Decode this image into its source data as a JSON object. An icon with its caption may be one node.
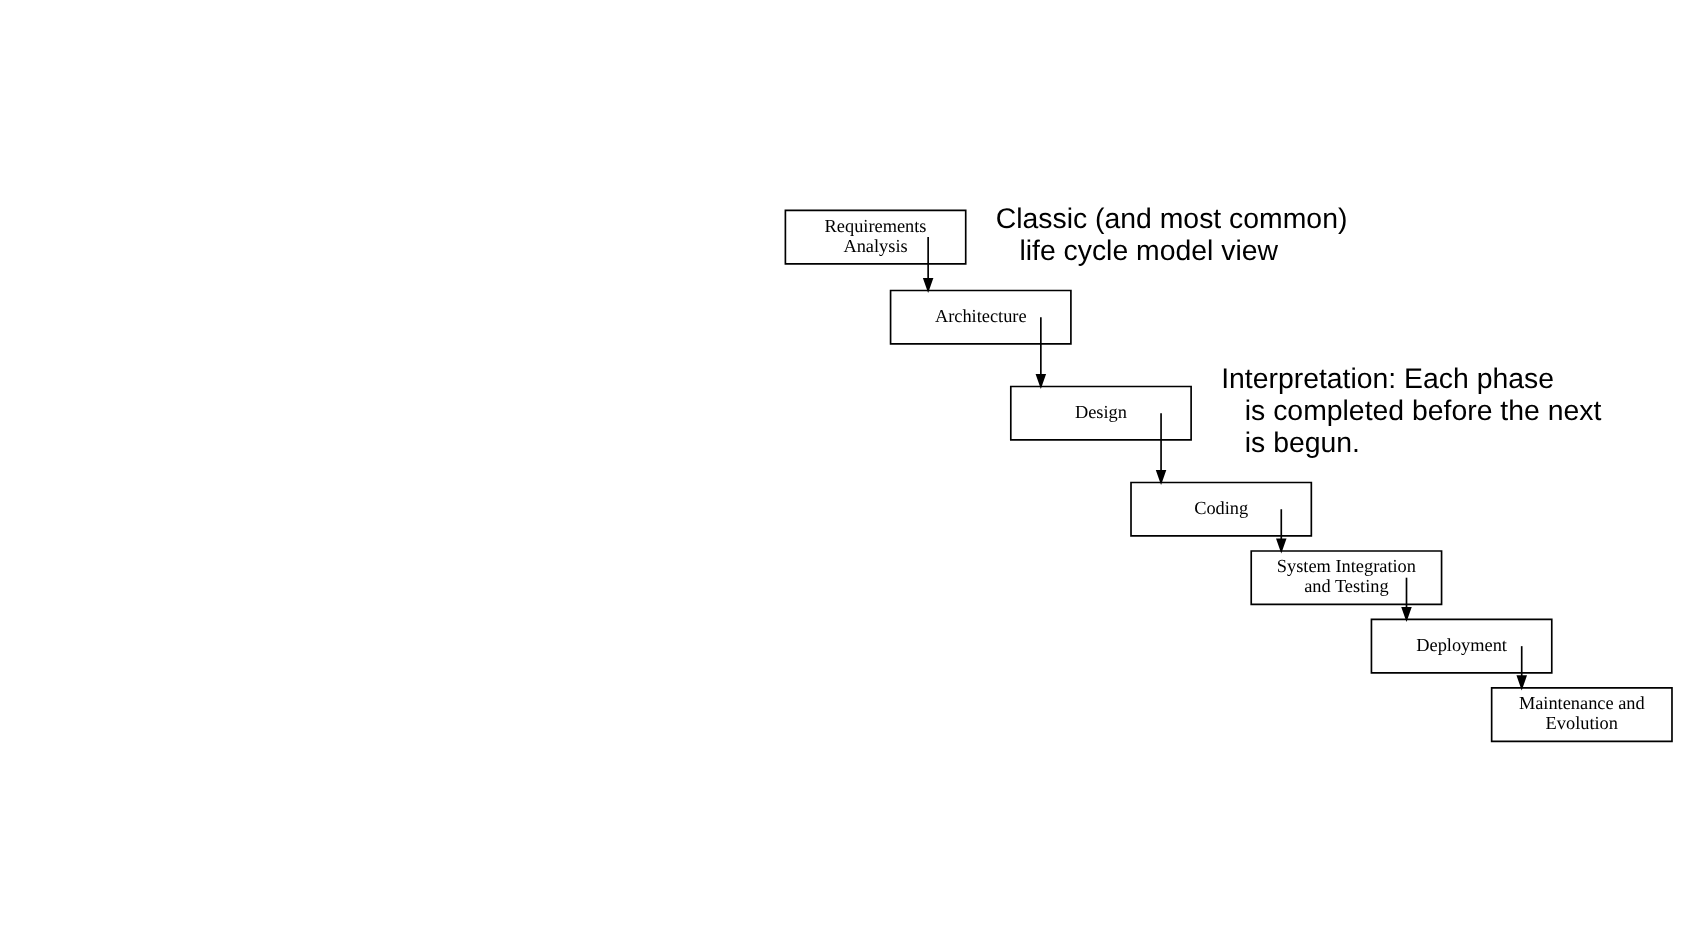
{
  "diagram": {
    "nodes": [
      {
        "text": [
          "Requirements Analysis"
        ]
      },
      {
        "text": [
          "Architecture"
        ]
      },
      {
        "text": [
          "Design"
        ]
      },
      {
        "text": [
          "Coding"
        ]
      },
      {
        "text": [
          "System Integration and Testing"
        ]
      },
      {
        "text": [
          "Deployment"
        ]
      },
      {
        "text": [
          "Maintenance and Evolution"
        ]
      }
    ],
    "edges": [
      {
        "from": 0,
        "to": 1,
        "arrow": "to"
      },
      {
        "from": 1,
        "to": 2,
        "arrow": "to"
      },
      {
        "from": 2,
        "to": 3,
        "arrow": "to"
      },
      {
        "from": 3,
        "to": 4,
        "arrow": "to"
      },
      {
        "from": 4,
        "to": 5,
        "arrow": "to"
      },
      {
        "from": 5,
        "to": 6,
        "arrow": "to"
      }
    ],
    "labels": [
      "Classic (and most common) life cycle model view",
      "Interpretation: Each phase is completed before the next is begun."
    ]
  }
}
